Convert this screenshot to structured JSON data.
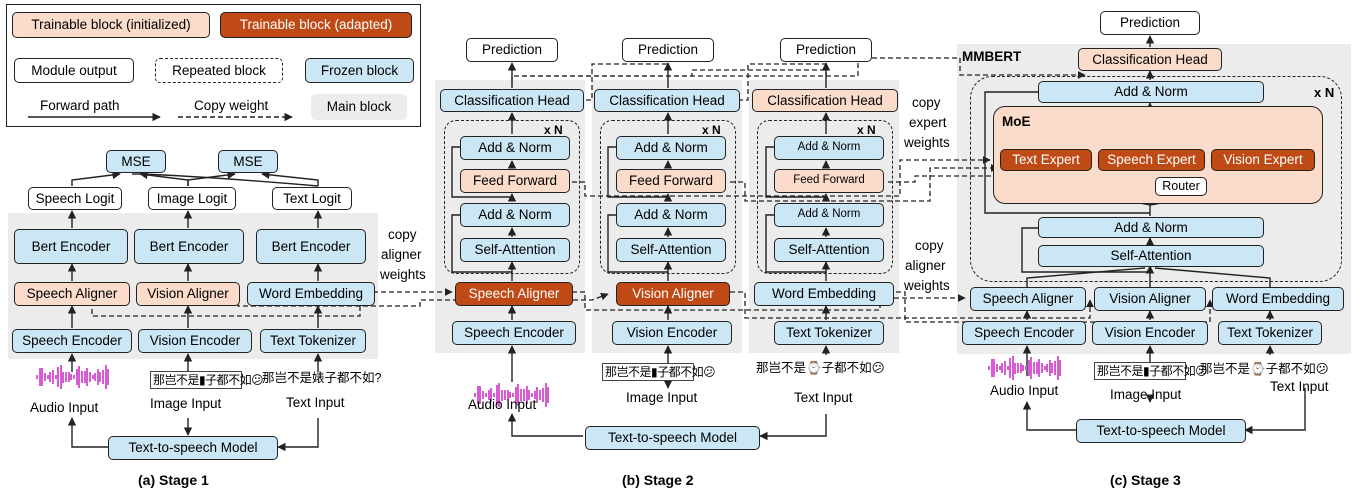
{
  "legend": {
    "trainable_init": "Trainable block (initialized)",
    "trainable_adapt": "Trainable block (adapted)",
    "module_output": "Module output",
    "repeated_block": "Repeated block",
    "frozen_block": "Frozen block",
    "forward_path": "Forward path",
    "copy_weight": "Copy weight",
    "main_block": "Main block"
  },
  "colors": {
    "frozen": "#cbe6f4",
    "initialized": "#fbdccb",
    "adapted": "#bf4a16",
    "main_block": "#ececec"
  },
  "labels": {
    "mse": "MSE",
    "speech_logit": "Speech Logit",
    "image_logit": "Image Logit",
    "text_logit": "Text Logit",
    "bert_encoder": "Bert Encoder",
    "speech_aligner": "Speech Aligner",
    "vision_aligner": "Vision Aligner",
    "word_embedding": "Word Embedding",
    "speech_encoder": "Speech Encoder",
    "vision_encoder": "Vision Encoder",
    "text_tokenizer": "Text Tokenizer",
    "audio_input": "Audio Input",
    "image_input": "Image Input",
    "text_input": "Text Input",
    "tts_model": "Text-to-speech Model",
    "prediction": "Prediction",
    "classification_head": "Classification Head",
    "add_norm": "Add & Norm",
    "feed_forward": "Feed Forward",
    "self_attention": "Self-Attention",
    "xn": "x N",
    "copy_aligner_weights": [
      "copy",
      "aligner",
      "weights"
    ],
    "copy_expert_weights": [
      "copy",
      "expert",
      "weights"
    ],
    "mmbert": "MMBERT",
    "moe": "MoE",
    "text_expert": "Text Expert",
    "speech_expert": "Speech Expert",
    "vision_expert": "Vision Expert",
    "router": "Router"
  },
  "inputs": {
    "text_stage1": "那岂不是婊子都不如?",
    "text_emoji": "那岂不是⌚子都不如😕",
    "image_text": "那岂不是▮子都不如😕"
  },
  "captions": {
    "stage1": "(a) Stage 1",
    "stage2": "(b) Stage 2",
    "stage3": "(c) Stage 3"
  }
}
